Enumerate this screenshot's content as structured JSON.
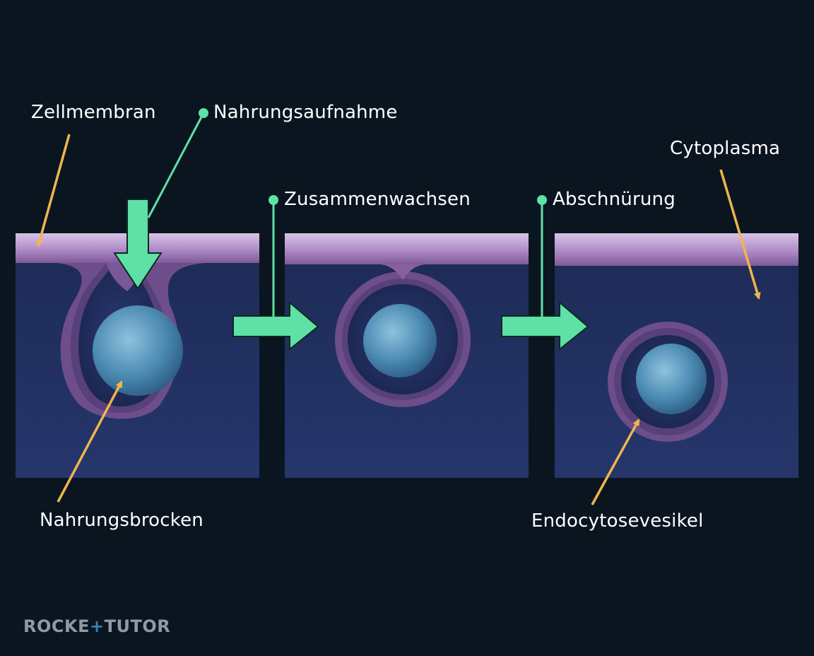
{
  "labels": {
    "cell_membrane": "Zellmembran",
    "food_intake": "Nahrungsaufnahme",
    "fusion": "Zusammenwachsen",
    "pinch_off": "Abschnürung",
    "cytoplasm": "Cytoplasma",
    "food_particle": "Nahrungsbrocken",
    "vesicle": "Endocytosevesikel"
  },
  "logo": {
    "part1": "ROCKE",
    "plus": "+",
    "part2": "TUTOR"
  },
  "colors": {
    "background": "#0a1520",
    "cytoplasm": "#1f2d5e",
    "membrane": "#8a5fa0",
    "membrane_light": "#c3a6d6",
    "particle": "#4d8cb3",
    "process_arrow": "#5ee0a6",
    "label_arrow": "#f0b54e"
  }
}
